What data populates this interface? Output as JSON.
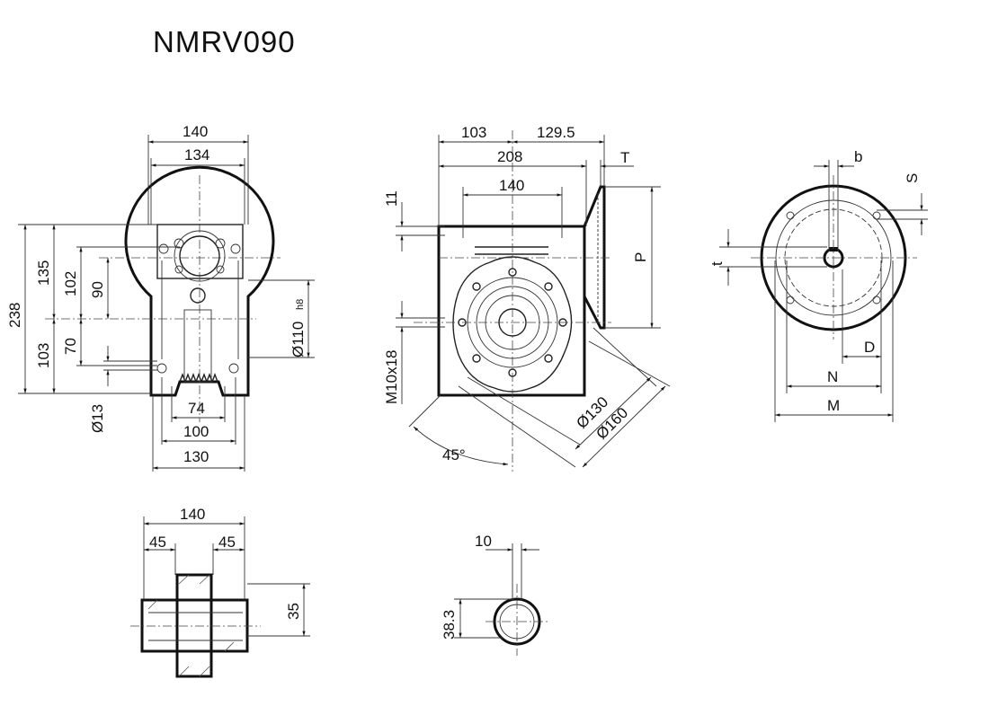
{
  "title": "NMRV090",
  "side_view": {
    "d140": "140",
    "d134": "134",
    "d238": "238",
    "d135": "135",
    "d102": "102",
    "d90": "90",
    "d70": "70",
    "d103": "103",
    "d13": "Ø13",
    "d110": "Ø110",
    "d110_tol": "h8",
    "d74": "74",
    "d100": "100",
    "d130": "130"
  },
  "front_view": {
    "d103": "103",
    "d129_5": "129.5",
    "d208": "208",
    "dT": "T",
    "d140": "140",
    "d11": "11",
    "dP": "P",
    "thread": "M10x18",
    "d130": "Ø130",
    "d160": "Ø160",
    "angle": "45°"
  },
  "flange_view": {
    "b": "b",
    "S": "S",
    "t": "t",
    "D": "D",
    "N": "N",
    "M": "M"
  },
  "shaft_view": {
    "d140": "140",
    "d45a": "45",
    "d45b": "45",
    "d35": "35"
  },
  "bore_view": {
    "d10": "10",
    "d38_3": "38.3"
  }
}
